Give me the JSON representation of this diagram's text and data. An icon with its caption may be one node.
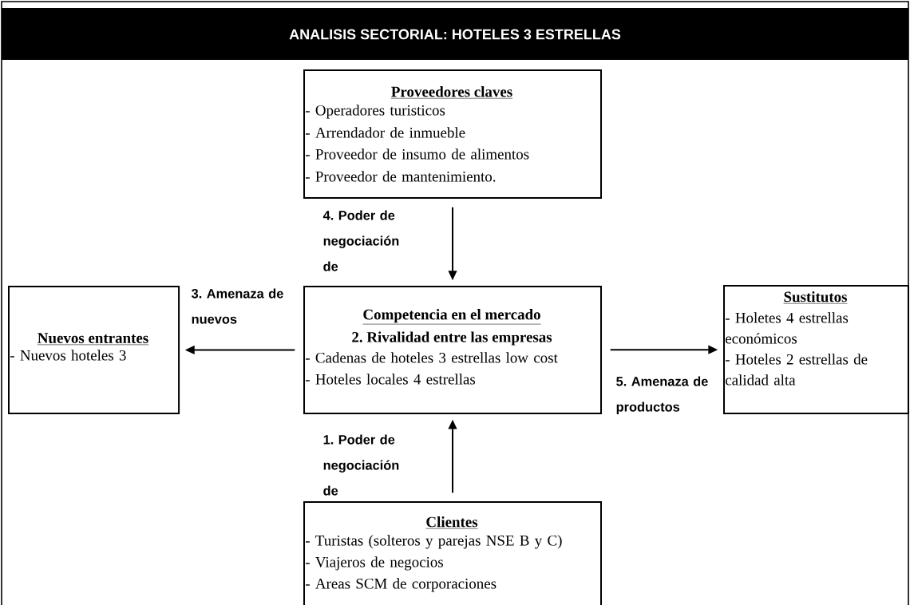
{
  "diagram": {
    "title": "ANALISIS SECTORIAL: HOTELES 3 ESTRELLAS",
    "nodes": [
      {
        "text": [
          "Proveedores claves",
          "- Operadores turisticos",
          "- Arrendador de inmueble",
          "- Proveedor de insumo de alimentos",
          "- Proveedor de mantenimiento."
        ]
      },
      {
        "text": [
          "Nuevos entrantes",
          "- Nuevos hoteles 3"
        ]
      },
      {
        "text": [
          "Competencia en el mercado",
          "2. Rivalidad entre las empresas",
          "- Cadenas de hoteles 3 estrellas low cost",
          "- Hoteles locales 4 estrellas"
        ]
      },
      {
        "text": [
          "Sustitutos",
          "- Holetes 4 estrellas económicos",
          "- Hoteles 2 estrellas de calidad alta"
        ]
      },
      {
        "text": [
          "Clientes",
          "- Turistas (solteros y parejas NSE B y C)",
          "- Viajeros de negocios",
          "- Areas SCM de corporaciones"
        ]
      }
    ],
    "edges": [
      {
        "from": 0,
        "to": 2,
        "arrow": "to",
        "label": "4. Poder de negociación de"
      },
      {
        "from": 2,
        "to": 1,
        "arrow": "to",
        "label": "3. Amenaza de nuevos"
      },
      {
        "from": 2,
        "to": 3,
        "arrow": "to",
        "label": "5. Amenaza de productos"
      },
      {
        "from": 4,
        "to": 2,
        "arrow": "to",
        "label": "1. Poder de negociación de"
      }
    ]
  }
}
